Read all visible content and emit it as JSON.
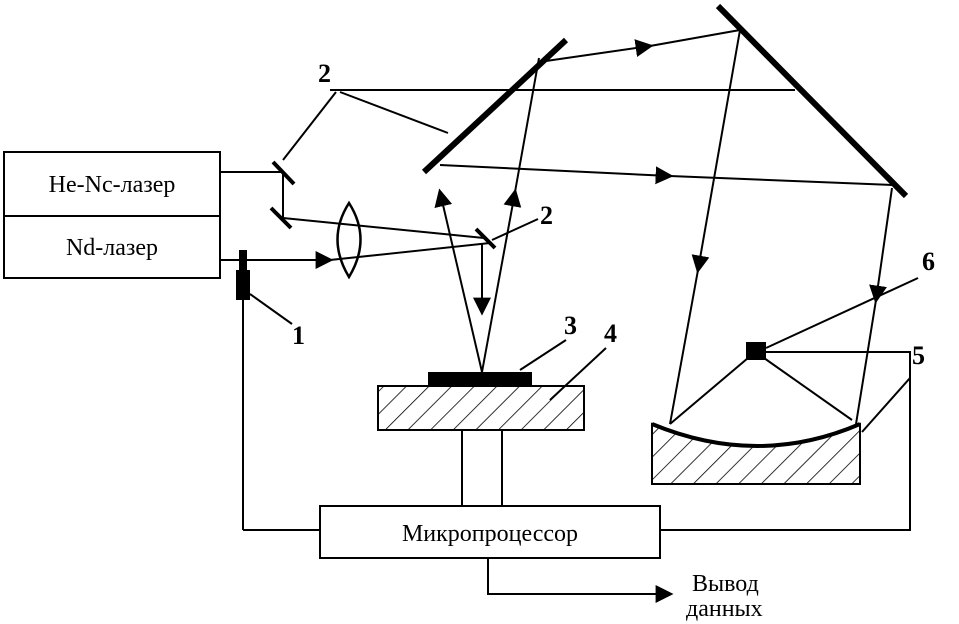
{
  "blocks": {
    "he_ne_laser": "He-Nc-лазер",
    "nd_laser": "Nd-лазер",
    "microprocessor": "Микропроцессор"
  },
  "output": {
    "line1": "Вывод",
    "line2": "данных"
  },
  "numbers": {
    "n1": "1",
    "n2_top": "2",
    "n2_mid": "2",
    "n3": "3",
    "n4": "4",
    "n5": "5",
    "n6": "6"
  }
}
